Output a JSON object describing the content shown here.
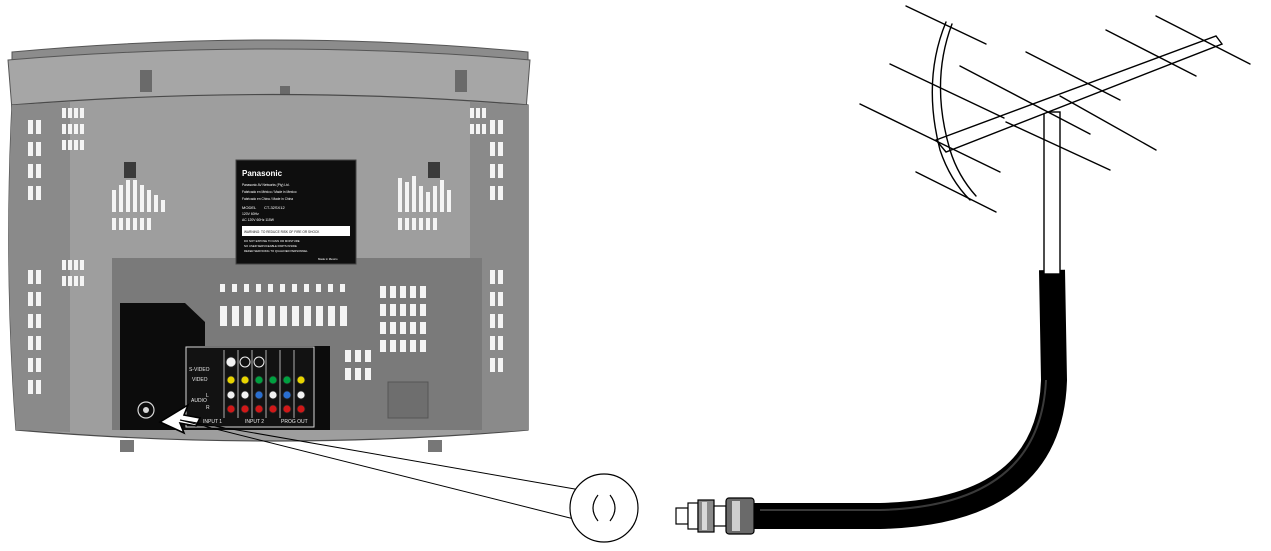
{
  "tv_back": {
    "label_plate": {
      "brand": "Panasonic",
      "line1": "Panasonic AV Networks (Pty) Ltd.",
      "line2": "Fabricado en México / Made in Mexico",
      "line3": "Fabricado en China / Made in China",
      "model_label": "MODEL",
      "model_value": "CT-32SX12",
      "rating1": "120V 60Hz",
      "rating2": "AC 120V 60Hz 115W",
      "warning_title": "WARNING: TO REDUCE RISK OF FIRE OR SHOCK",
      "warning_line1": "DO NOT EXPOSE TO RAIN OR MOISTURE",
      "warning_line2": "NO USER SERVICEABLE PARTS INSIDE",
      "warning_line3": "REFER SERVICING TO QUALIFIED PERSONNEL",
      "footer": "Made in Mexico"
    },
    "input_panel": {
      "svideo_label": "S-VIDEO",
      "video_label": "VIDEO",
      "audio_label": "AUDIO",
      "l_label": "L",
      "r_label": "R",
      "input1_label": "INPUT 1",
      "input2_label": "INPUT 2",
      "prog_out_label": "PROG OUT"
    }
  },
  "parts": {
    "coax_input": "antenna-coax-input",
    "arrow": "connection-arrow",
    "callout": "f-connector-callout",
    "plug": "coaxial-plug",
    "cable": "antenna-cable",
    "antenna": "yagi-antenna"
  },
  "colors": {
    "tv_body": "#9a9a9a",
    "tv_dark": "#606060",
    "panel": "#0c0c0c",
    "jack_yellow": "#e8d400",
    "jack_green": "#00a040",
    "jack_blue": "#2a6fd0",
    "jack_red": "#d01818",
    "jack_white": "#f2f2f2",
    "cable": "#0a0a0a",
    "line": "#000000"
  }
}
